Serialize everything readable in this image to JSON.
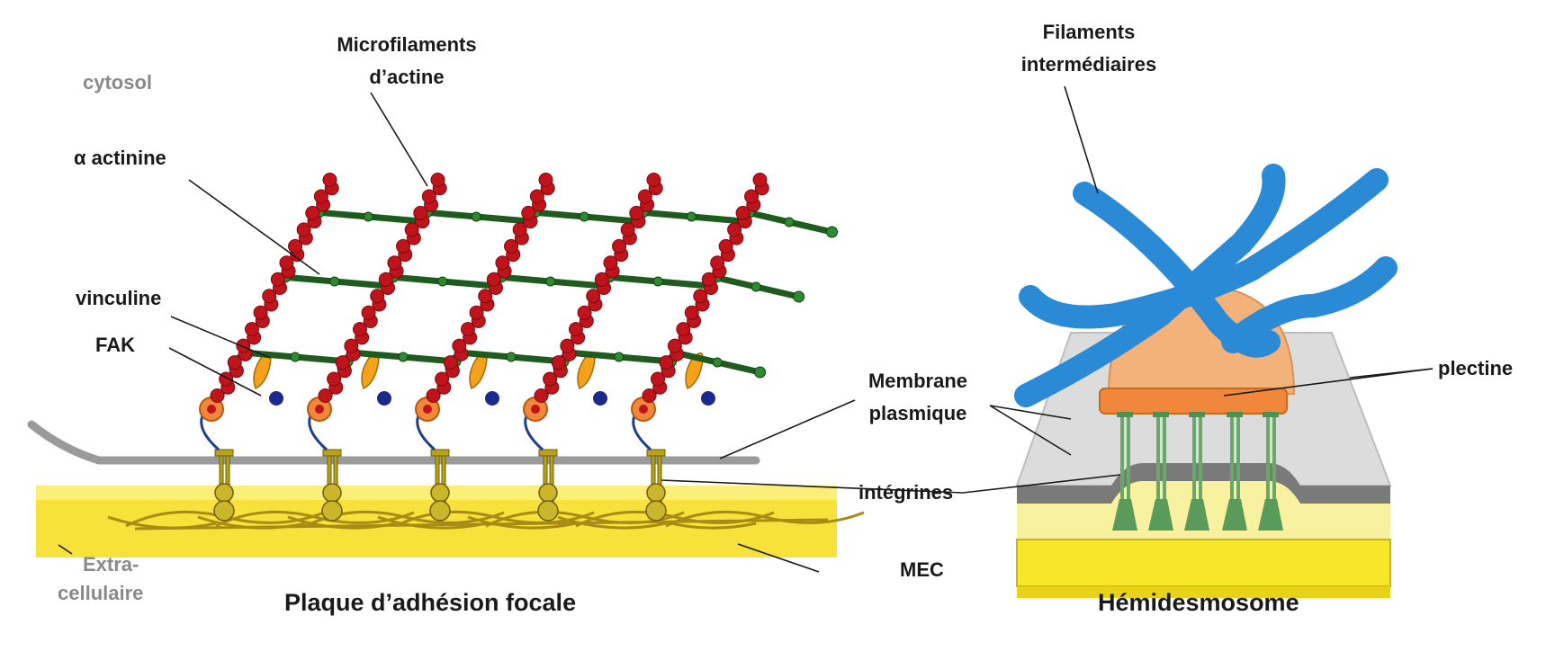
{
  "labels": {
    "cytosol": "cytosol",
    "extracellulaire_1": "Extra-",
    "extracellulaire_2": "cellulaire",
    "microfilaments_1": "Microfilaments",
    "microfilaments_2": "d’actine",
    "alpha_actinine": "α actinine",
    "vinculine": "vinculine",
    "fak": "FAK",
    "filaments_1": "Filaments",
    "filaments_2": "intermédiaires",
    "plectine": "plectine",
    "membrane_1": "Membrane",
    "membrane_2": "plasmique",
    "integrines": "intégrines",
    "mec": "MEC"
  },
  "captions": {
    "left": "Plaque d’adhésion focale",
    "right": "Hémidesmosome"
  },
  "colors": {
    "actin": "#c0141c",
    "actinin": "#1f5a1f",
    "blue_filament": "#2b8ad6",
    "plectin": "#f0873a",
    "plaque": "#f3b27a",
    "membrane": "#9e9e9e",
    "ecm": "#f5e43a",
    "integrin_left": "#b7a21a",
    "integrin_right": "#6aa86a"
  }
}
